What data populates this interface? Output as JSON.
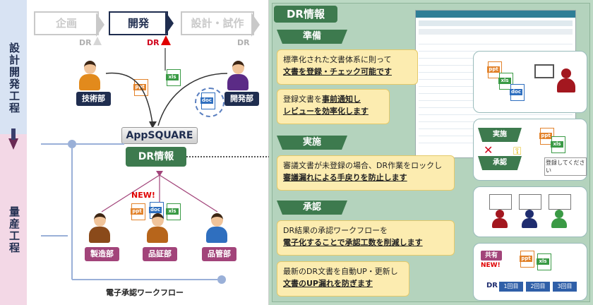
{
  "left": {
    "phase_upper": "設計開発工程",
    "phase_lower": "量産工程",
    "phases": [
      "企画",
      "開発",
      "設計・試作"
    ],
    "dr_marks": [
      "DR",
      "DR",
      "DR"
    ],
    "dept_top_left": "技術部",
    "dept_top_right": "開発部",
    "system_name": "AppSQUARE",
    "dr_info": "DR情報",
    "new_badge": "NEW!",
    "dept_bottom": [
      "製造部",
      "品証部",
      "品管部"
    ],
    "workflow_label": "電子承認ワークフロー",
    "doc_types": {
      "ppt": "ppt",
      "xls": "xls",
      "doc": "doc"
    }
  },
  "right": {
    "title": "DR情報",
    "section_prep": "準備",
    "note1_line1": "標準化された文書体系に則って",
    "note1_line2": "文書を登録・チェック可能です",
    "note2_line1_pre": "登録文書を",
    "note2_line1_em": "事前通知し",
    "note2_line2": "レビューを効率化します",
    "section_exec": "実施",
    "note3_line1": "審議文書が未登録の場合、DR作業をロックし",
    "note3_line2": "審議漏れによる手戻りを防止します",
    "section_approve": "承認",
    "note4_line1": "DR結果の承認ワークフローを",
    "note4_line2": "電子化することで承認工数を削減します",
    "note5_line1": "最新のDR文書を自動UP・更新し",
    "note5_line2": "文書のUP漏れを防ぎます",
    "card2_labels": [
      "実施",
      "承認"
    ],
    "card2_note": "登録してください",
    "card4_tag": "共有",
    "card4_new": "NEW!",
    "card4_dr": "DR",
    "card4_steps": [
      "1回目",
      "2回目",
      "3回目"
    ]
  }
}
